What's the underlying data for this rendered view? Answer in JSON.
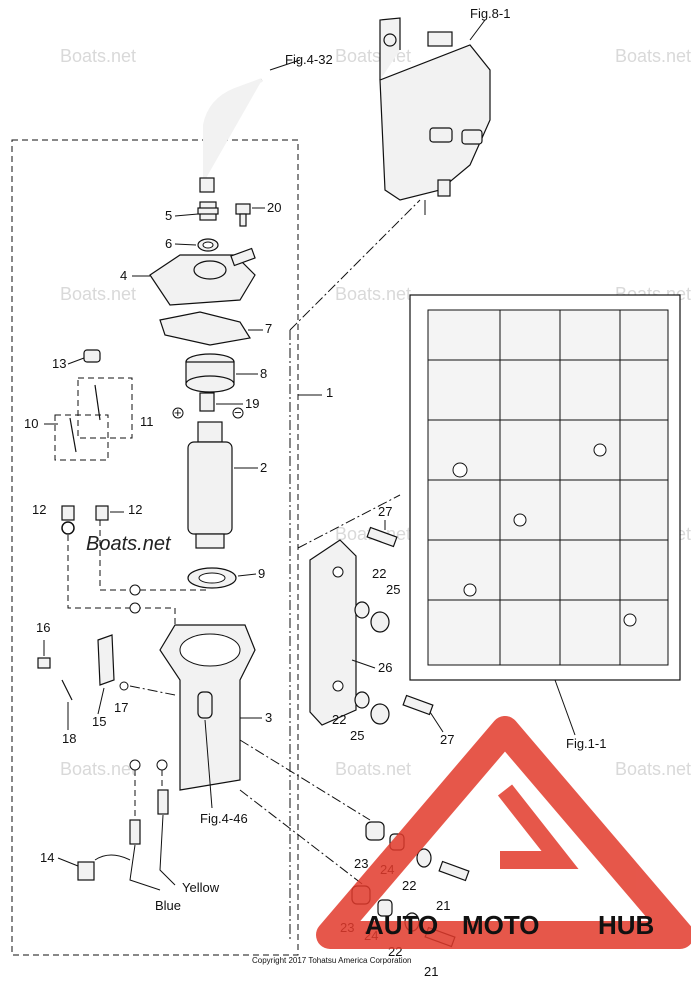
{
  "references": {
    "fig_8_1": "Fig.8-1",
    "fig_4_32": "Fig.4-32",
    "fig_1_1": "Fig.1-1",
    "fig_4_46": "Fig.4-46"
  },
  "callouts": {
    "c1": "1",
    "c2": "2",
    "c3": "3",
    "c4": "4",
    "c5": "5",
    "c6": "6",
    "c7": "7",
    "c8": "8",
    "c9": "9",
    "c10": "10",
    "c11": "11",
    "c12a": "12",
    "c12b": "12",
    "c13": "13",
    "c14": "14",
    "c15": "15",
    "c16": "16",
    "c17": "17",
    "c18": "18",
    "c19": "19",
    "c20": "20",
    "c21a": "21",
    "c21b": "21",
    "c22a": "22",
    "c22b": "22",
    "c22c": "22",
    "c22d": "22",
    "c23a": "23",
    "c23b": "23",
    "c24a": "24",
    "c24b": "24",
    "c25a": "25",
    "c25b": "25",
    "c26": "26",
    "c27a": "27",
    "c27b": "27"
  },
  "polarity": {
    "plus": "+",
    "minus": "−"
  },
  "wires": {
    "yellow": "Yellow",
    "blue": "Blue"
  },
  "watermarks": {
    "boats": "Boats.net",
    "boats_bold": "Boats.net"
  },
  "brand": {
    "auto": "AUTO",
    "moto": "MOTO",
    "hub": "HUB",
    "accent": "#e23a2b",
    "gold": "#e8a21f"
  },
  "copyright": "Copyright 2017 Tohatsu America Corporation"
}
